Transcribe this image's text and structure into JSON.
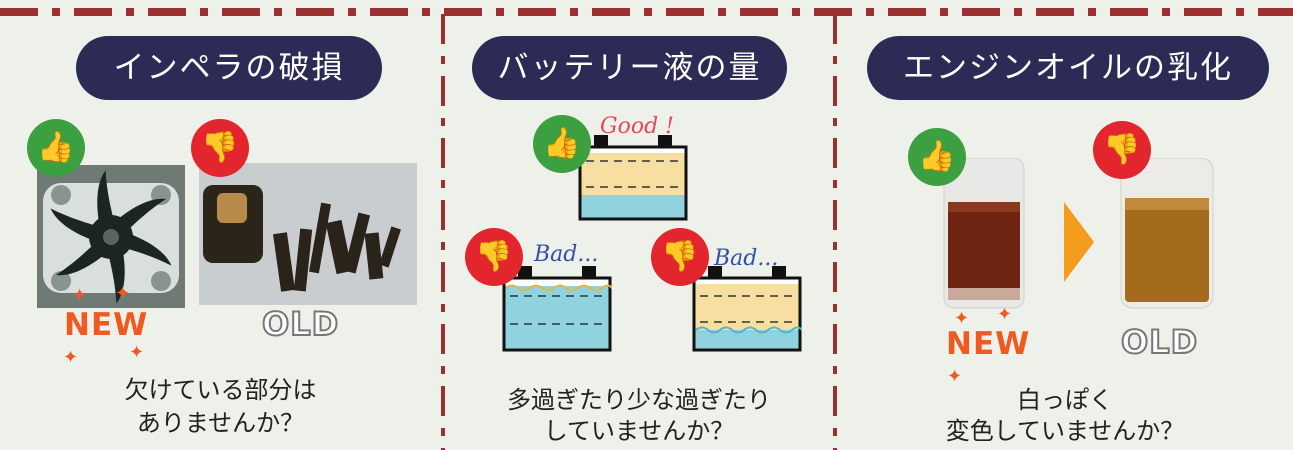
{
  "panels": {
    "impeller": {
      "title": "インペラの破損",
      "caption_line1": "欠けている部分は",
      "caption_line2": "ありませんか？",
      "new_label": "NEW",
      "old_label": "OLD"
    },
    "battery": {
      "title": "バッテリー液の量",
      "good_label": "Good !",
      "bad_label_left": "Bad...",
      "bad_label_right": "Bad...",
      "caption_line1": "多過ぎたり少な過ぎたり",
      "caption_line2": "していませんか？"
    },
    "oil": {
      "title": "エンジンオイルの乳化",
      "new_label": "NEW",
      "old_label": "OLD",
      "caption_line1": "白っぽく",
      "caption_line2": "変色していませんか？"
    }
  },
  "icons": {
    "good": "thumbs-up-icon",
    "bad": "thumbs-down-icon"
  },
  "colors": {
    "pill_bg": "#2c2b55",
    "good": "#3da040",
    "bad": "#e3252d",
    "divider": "#9c2f2f",
    "accent_orange": "#f05a22"
  }
}
